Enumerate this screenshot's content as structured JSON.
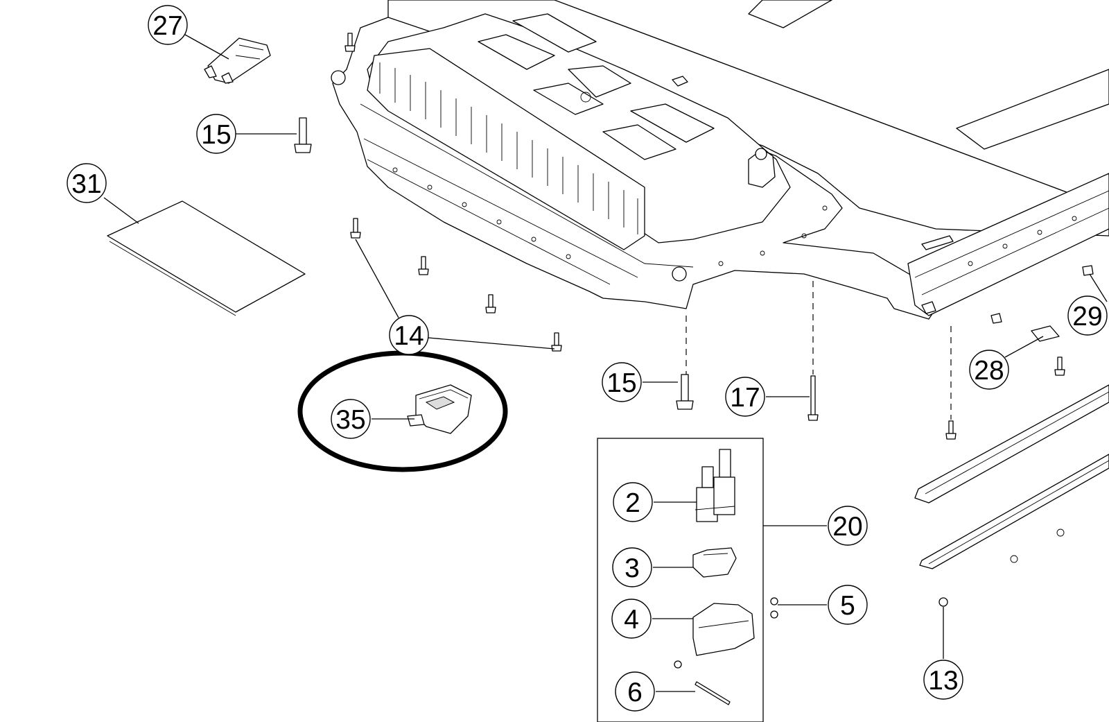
{
  "diagram": {
    "accent_color": "#000000",
    "background_color": "#ffffff",
    "callouts": {
      "c27": "27",
      "c15a": "15",
      "c31": "31",
      "c14": "14",
      "c35": "35",
      "c15b": "15",
      "c17": "17",
      "c29": "29",
      "c28": "28",
      "c2": "2",
      "c3": "3",
      "c4": "4",
      "c5": "5",
      "c6": "6",
      "c20": "20",
      "c13": "13"
    },
    "highlighted_callout": "35"
  }
}
